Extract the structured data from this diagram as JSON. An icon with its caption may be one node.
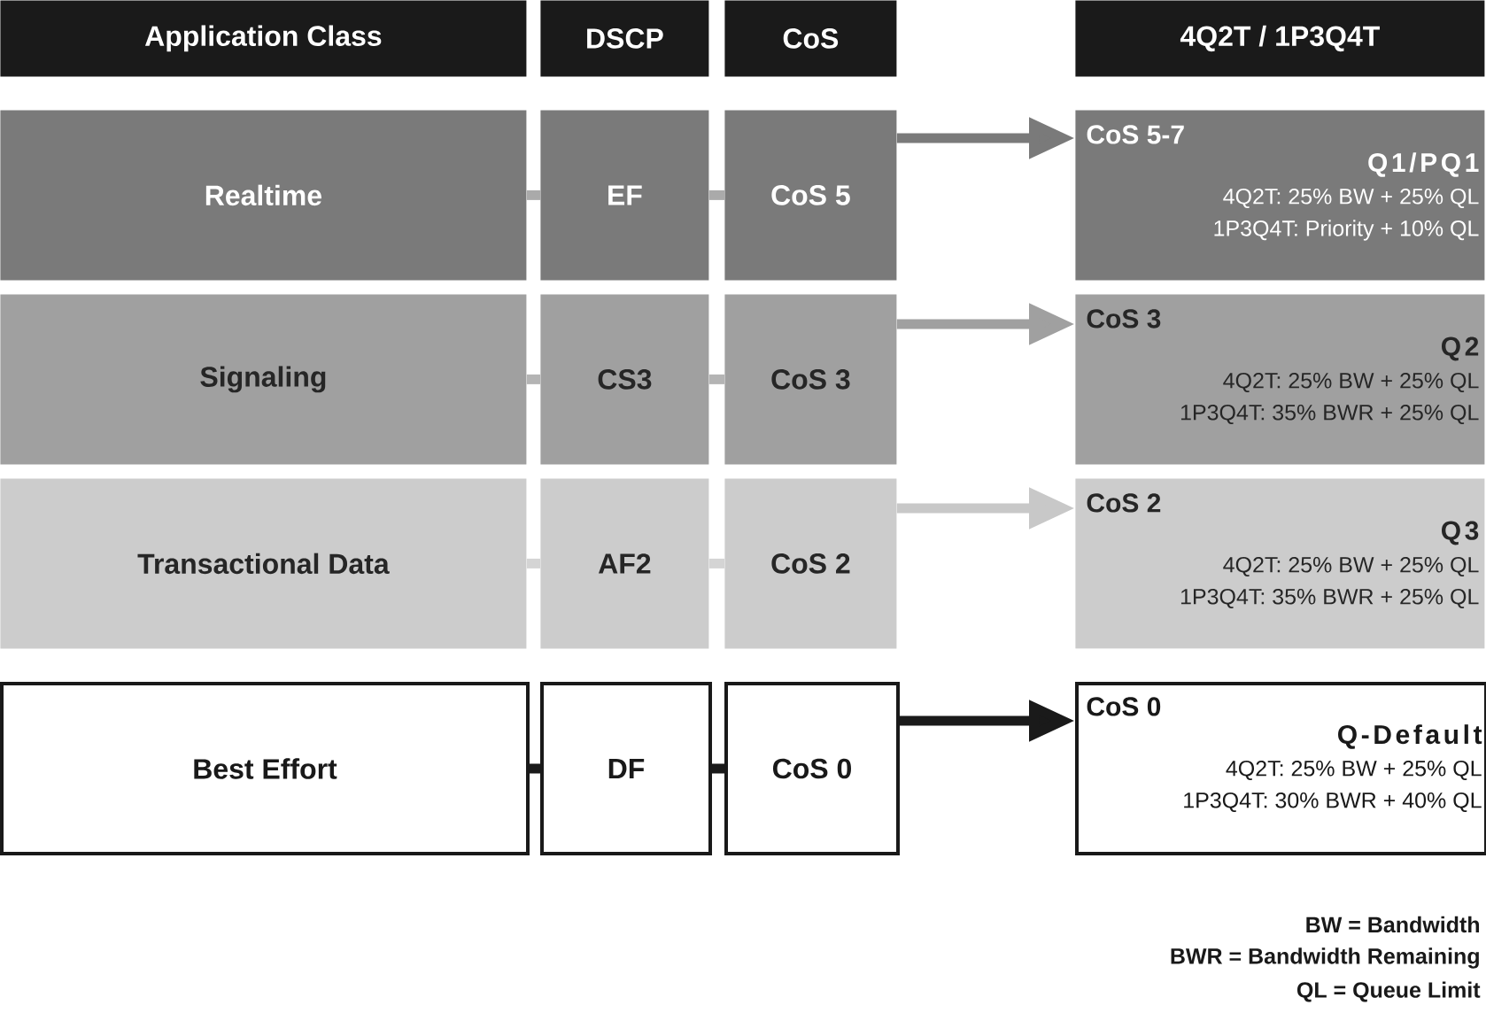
{
  "diagram": {
    "nodes": [
      {
        "text": [
          "Application Class"
        ]
      },
      {
        "text": [
          "DSCP"
        ]
      },
      {
        "text": [
          "CoS"
        ]
      },
      {
        "text": [
          "4Q2T / 1P3Q4T"
        ]
      },
      {
        "text": [
          "Realtime"
        ]
      },
      {
        "text": [
          "EF"
        ]
      },
      {
        "text": [
          "CoS 5"
        ]
      },
      {
        "text": [
          "CoS 5-7",
          "Q1/PQ1",
          "4Q2T: 25% BW + 25% QL",
          "1P3Q4T: Priority + 10% QL"
        ]
      },
      {
        "text": [
          "Signaling"
        ]
      },
      {
        "text": [
          "CS3"
        ]
      },
      {
        "text": [
          "CoS 3"
        ]
      },
      {
        "text": [
          "CoS 3",
          "Q2",
          "4Q2T: 25% BW + 25% QL",
          "1P3Q4T: 35% BWR + 25% QL"
        ]
      },
      {
        "text": [
          "Transactional Data"
        ]
      },
      {
        "text": [
          "AF2"
        ]
      },
      {
        "text": [
          "CoS 2"
        ]
      },
      {
        "text": [
          "CoS 2",
          "Q3",
          "4Q2T: 25% BW + 25% QL",
          "1P3Q4T: 35% BWR + 25% QL"
        ]
      },
      {
        "text": [
          "Best Effort"
        ]
      },
      {
        "text": [
          "DF"
        ]
      },
      {
        "text": [
          "CoS 0"
        ]
      },
      {
        "text": [
          "CoS 0",
          "Q-Default",
          "4Q2T: 25% BW + 25% QL",
          "1P3Q4T: 30% BWR + 40% QL"
        ]
      }
    ],
    "edges": [
      {
        "from": 4,
        "to": 5,
        "arrow": "none",
        "color": "#aaaaaa"
      },
      {
        "from": 5,
        "to": 6,
        "arrow": "none",
        "color": "#aaaaaa"
      },
      {
        "from": 6,
        "to": 7,
        "arrow": "to",
        "color": "#7a7a7a"
      },
      {
        "from": 8,
        "to": 9,
        "arrow": "none",
        "color": "#b4b4b4"
      },
      {
        "from": 9,
        "to": 10,
        "arrow": "none",
        "color": "#b4b4b4"
      },
      {
        "from": 10,
        "to": 11,
        "arrow": "to",
        "color": "#a0a0a0"
      },
      {
        "from": 12,
        "to": 13,
        "arrow": "none",
        "color": "#d4d4d4"
      },
      {
        "from": 13,
        "to": 14,
        "arrow": "none",
        "color": "#d4d4d4"
      },
      {
        "from": 14,
        "to": 15,
        "arrow": "to",
        "color": "#c8c8c8"
      },
      {
        "from": 16,
        "to": 17,
        "arrow": "none",
        "color": "#1a1a1a"
      },
      {
        "from": 17,
        "to": 18,
        "arrow": "none",
        "color": "#1a1a1a"
      },
      {
        "from": 18,
        "to": 19,
        "arrow": "to",
        "color": "#1a1a1a"
      }
    ],
    "labels": [
      "BW = Bandwidth",
      "BWR = Bandwidth Remaining",
      "QL = Queue Limit"
    ]
  }
}
